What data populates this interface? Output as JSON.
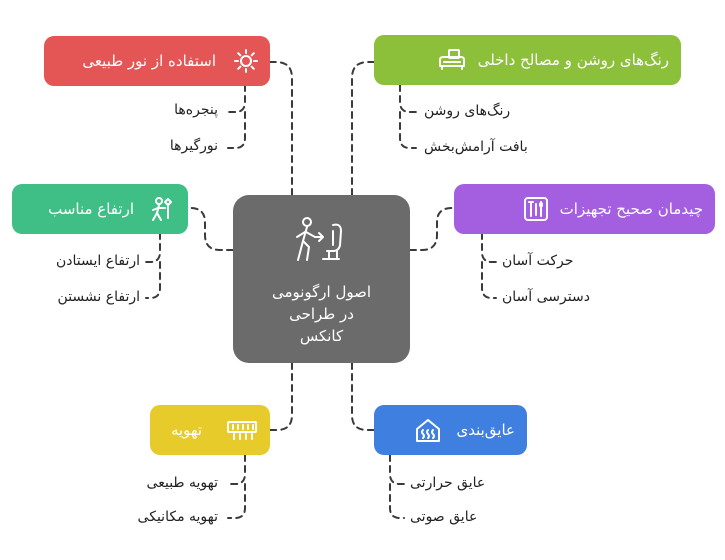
{
  "center": {
    "title_lines": [
      "اصول ارگونومی",
      "در طراحی",
      "کانکس"
    ],
    "icon": "ergonomic-person-chair-icon"
  },
  "categories": [
    {
      "key": "natural_light",
      "label": "استفاده از نور طبیعی",
      "color": "#e45656",
      "icon": "sun-icon",
      "items": [
        "پنجره‌ها",
        "نورگیرها"
      ]
    },
    {
      "key": "height",
      "label": "ارتفاع مناسب",
      "color": "#3fbf86",
      "icon": "person-height-icon",
      "items": [
        "ارتفاع ایستادن",
        "ارتفاع نشستن"
      ]
    },
    {
      "key": "ventilation",
      "label": "تهویه",
      "color": "#e6cb2a",
      "icon": "air-vent-icon",
      "items": [
        "تهویه طبیعی",
        "تهویه مکانیکی"
      ]
    },
    {
      "key": "colors",
      "label": "رنگ‌های روشن و مصالح داخلی",
      "color": "#8cbf3a",
      "icon": "sofa-icon",
      "items": [
        "رنگ‌های روشن",
        "بافت آرامش‌بخش"
      ]
    },
    {
      "key": "layout",
      "label": "چیدمان صحیح تجهیزات",
      "color": "#a45ee0",
      "icon": "tools-icon",
      "items": [
        "حرکت آسان",
        "دسترسی آسان"
      ]
    },
    {
      "key": "insulation",
      "label": "عایق‌بندی",
      "color": "#3f7fe0",
      "icon": "insulation-icon",
      "items": [
        "عایق حرارتی",
        "عایق صوتی"
      ]
    }
  ]
}
